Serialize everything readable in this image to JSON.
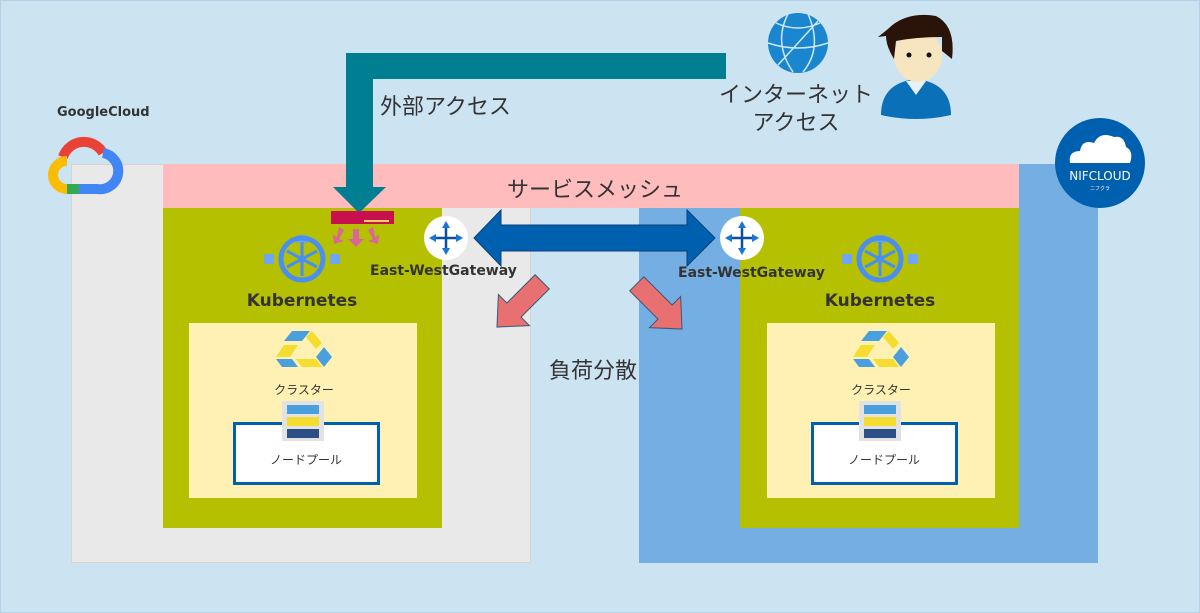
{
  "labels": {
    "google_cloud": "GoogleCloud",
    "nifcloud_logo": "NIFCLOUD",
    "nifcloud_logo_sub": "ニフクラ",
    "external_access": "外部アクセス",
    "internet_access_line1": "インターネット",
    "internet_access_line2": "アクセス",
    "service_mesh": "サービスメッシュ",
    "gateway_left": "East-WestGateway",
    "gateway_right": "East-WestGateway",
    "kubernetes_left": "Kubernetes",
    "kubernetes_right": "Kubernetes",
    "cluster_left": "クラスター",
    "cluster_right": "クラスター",
    "nodepool_left": "ノードプール",
    "nodepool_right": "ノードプール",
    "load_balancing": "負荷分散"
  },
  "colors": {
    "background": "#cce4f2",
    "gcp_area": "#e9e9e9",
    "nifcloud_area": "#74aee3",
    "service_mesh": "#ffbcbc",
    "kubernetes": "#b5c000",
    "cluster": "#fff1b3",
    "external_arrow": "#007f93",
    "east_west_arrow": "#0060b0",
    "load_balance_arrow": "#e87070"
  }
}
